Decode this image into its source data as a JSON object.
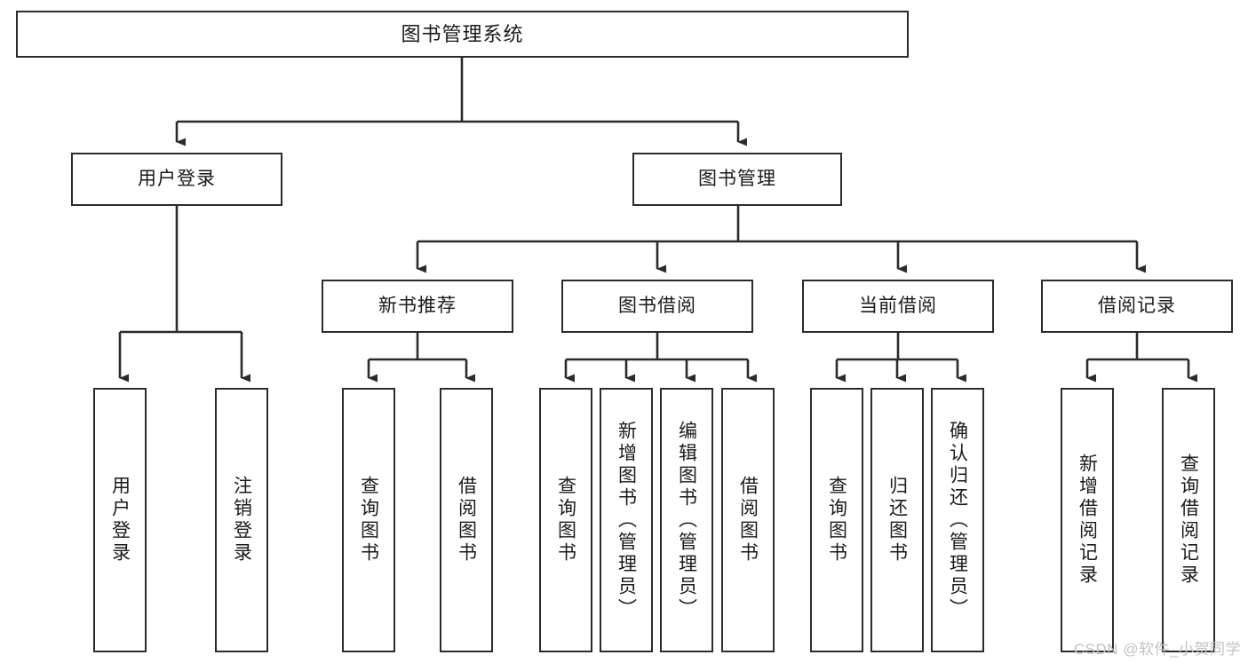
{
  "diagram": {
    "title": "图书管理系统",
    "type": "tree",
    "orientation": "top-down",
    "colors": {
      "box_border": "#2b2b2b",
      "box_fill": "#ffffff",
      "edge": "#2b2b2b",
      "text": "#1a1a1a",
      "watermark": "#c2c2c2",
      "background": "#ffffff"
    },
    "root": {
      "label": "图书管理系统"
    },
    "level2": [
      {
        "label": "用户登录"
      },
      {
        "label": "图书管理"
      }
    ],
    "level3": [
      {
        "label": "新书推荐"
      },
      {
        "label": "图书借阅"
      },
      {
        "label": "当前借阅"
      },
      {
        "label": "借阅记录"
      }
    ],
    "leaves": {
      "user_login": [
        {
          "label": "用户登录"
        },
        {
          "label": "注销登录"
        }
      ],
      "new_book_recommend": [
        {
          "label": "查询图书"
        },
        {
          "label": "借阅图书"
        }
      ],
      "book_borrow": [
        {
          "label": "查询图书"
        },
        {
          "label": "新增图书（管理员）"
        },
        {
          "label": "编辑图书（管理员）"
        },
        {
          "label": "借阅图书"
        }
      ],
      "current_borrow": [
        {
          "label": "查询图书"
        },
        {
          "label": "归还图书"
        },
        {
          "label": "确认归还（管理员）"
        }
      ],
      "borrow_record": [
        {
          "label": "新增借阅记录"
        },
        {
          "label": "查询借阅记录"
        }
      ]
    }
  },
  "watermark": {
    "text": "CSDN @软件_小贺同学"
  }
}
